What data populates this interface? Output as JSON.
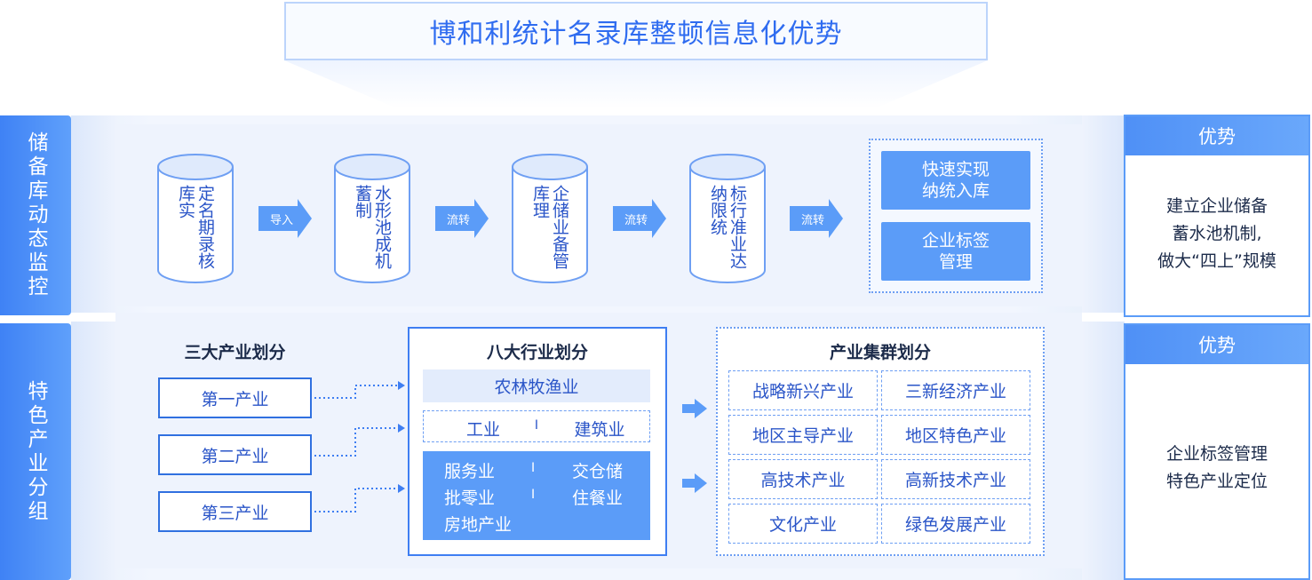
{
  "title": "博和利统计名录库整顿信息化优势",
  "row1": {
    "label": "储备库动态监控",
    "cylinders": [
      "定名期录核库实",
      "水形池成机蓄制",
      "企储业备管库理",
      "标行准业达纳限统"
    ],
    "arrows": [
      "导入",
      "流转",
      "流转",
      "流转"
    ],
    "buttons": [
      "快速实现\n纳统入库",
      "企业标签\n管理"
    ],
    "advantage_title": "优势",
    "advantage_text": "建立企业储备\n蓄水池机制,\n做大“四上”规模"
  },
  "row2": {
    "label": "特色产业分组",
    "three": {
      "title": "三大产业划分",
      "items": [
        "第一产业",
        "第二产业",
        "第三产业"
      ]
    },
    "eight": {
      "title": "八大行业划分",
      "agri": "农林牧渔业",
      "industry_left": "工业",
      "industry_sep": "I",
      "industry_right": "建筑业",
      "svc_1": "服务业",
      "svc_2": "交仓储",
      "svc_3": "批零业",
      "svc_4": "住餐业",
      "svc_5": "房地产业",
      "svc_sep": "I"
    },
    "cluster": {
      "title": "产业集群划分",
      "cells": [
        "战略新兴产业",
        "三新经济产业",
        "地区主导产业",
        "地区特色产业",
        "高技术产业",
        "高新技术产业",
        "文化产业",
        "绿色发展产业"
      ]
    },
    "advantage_title": "优势",
    "advantage_text": "企业标签管理\n特色产业定位"
  },
  "colors": {
    "accent": "#3f82f5",
    "light": "#eef3fd",
    "text_blue": "#2a55c8"
  }
}
